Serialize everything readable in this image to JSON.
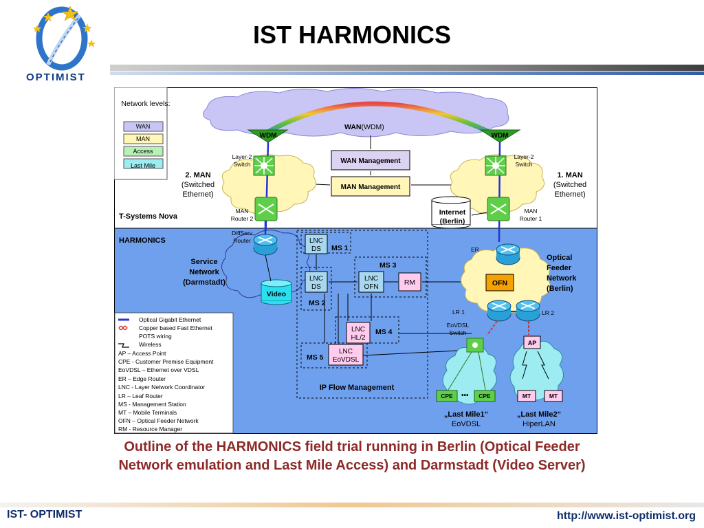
{
  "page": {
    "title": "IST HARMONICS",
    "logo_text": "OPTIMIST"
  },
  "diagram": {
    "legend_levels": {
      "title": "Network levels:",
      "items": [
        "WAN",
        "MAN",
        "Access",
        "Last Mile"
      ]
    },
    "wan": {
      "label_bold": "WAN",
      "label_rest": "(WDM)"
    },
    "wdm_left": "WDM",
    "wdm_right": "WDM",
    "wan_management": "WAN Management",
    "man_management": "MAN Management",
    "layer2_switch_left": [
      "Layer-2",
      "Switch"
    ],
    "layer2_switch_right": [
      "Layer-2",
      "Switch"
    ],
    "man2": [
      "2. MAN",
      "(Switched",
      "Ethernet)"
    ],
    "man1": [
      "1. MAN",
      "(Switched",
      "Ethernet)"
    ],
    "man_router2": [
      "MAN",
      "Router 2"
    ],
    "man_router1": [
      "MAN",
      "Router 1"
    ],
    "internet": [
      "Internet",
      "(Berlin)"
    ],
    "t_systems": "T-Systems Nova",
    "harmonics": "HARMONICS",
    "diffserv_router": [
      "DiffServ",
      "Router"
    ],
    "service_network": [
      "Service",
      "Network",
      "(Darmstadt)"
    ],
    "video": "Video",
    "lnc_ds_1": [
      "LNC",
      "DS"
    ],
    "ms1": "MS 1",
    "ms3": "MS 3",
    "lnc_ofn": [
      "LNC",
      "OFN"
    ],
    "rm": "RM",
    "lnc_ds_2": [
      "LNC",
      "DS"
    ],
    "ms2": "MS 2",
    "lnc_hl2": [
      "LNC",
      "HL/2"
    ],
    "ms4": "MS 4",
    "lnc_eovdsl": [
      "LNC",
      "EoVDSL"
    ],
    "ms5": "MS 5",
    "ip_flow_management": "IP Flow Management",
    "er": "ER",
    "ofn": "OFN",
    "optical_feeder": [
      "Optical",
      "Feeder",
      "Network",
      "(Berlin)"
    ],
    "lr1": "LR 1",
    "lr2": "LR 2",
    "eovdsl_switch": [
      "EoVDSL",
      "Switch"
    ],
    "ap": "AP",
    "cpe_left": "CPE",
    "cpe_right": "CPE",
    "mt_left": "MT",
    "mt_right": "MT",
    "last_mile1": [
      "„Last Mile1“",
      "EoVDSL"
    ],
    "last_mile2": [
      "„Last Mile2“",
      "HiperLAN"
    ],
    "legend_lines": [
      "Optical Gigabit Ethernet",
      "Copper based Fast Ethernet",
      "POTS wiring",
      "Wireless"
    ],
    "abbreviations": [
      "AP – Access Point",
      "CPE - Customer Premise Equipment",
      "EoVDSL – Ethernet over VDSL",
      "ER – Edge Router",
      "LNC - Layer Network Coordinator",
      "LR – Leaf Router",
      "MS - Management Station",
      "MT – Mobile Terminals",
      "OFN – Optical Feeder Network",
      "RM - Resource Manager"
    ],
    "colors": {
      "harmonics_bg": "#6fa0ee",
      "wdm_green": "#2c9a23",
      "ofn_orange": "#f5a100",
      "lnc_pink": "#ffccee",
      "management_lavender": "#dcd3f2",
      "cloud": "#fff6b8",
      "wan_cloud": "#c9c6f5"
    }
  },
  "caption": "Outline of the HARMONICS field trial running in Berlin (Optical Feeder Network emulation and Last Mile Access) and Darmstadt (Video Server)",
  "footer": {
    "left": "IST- OPTIMIST",
    "right": "http://www.ist-optimist.org"
  }
}
